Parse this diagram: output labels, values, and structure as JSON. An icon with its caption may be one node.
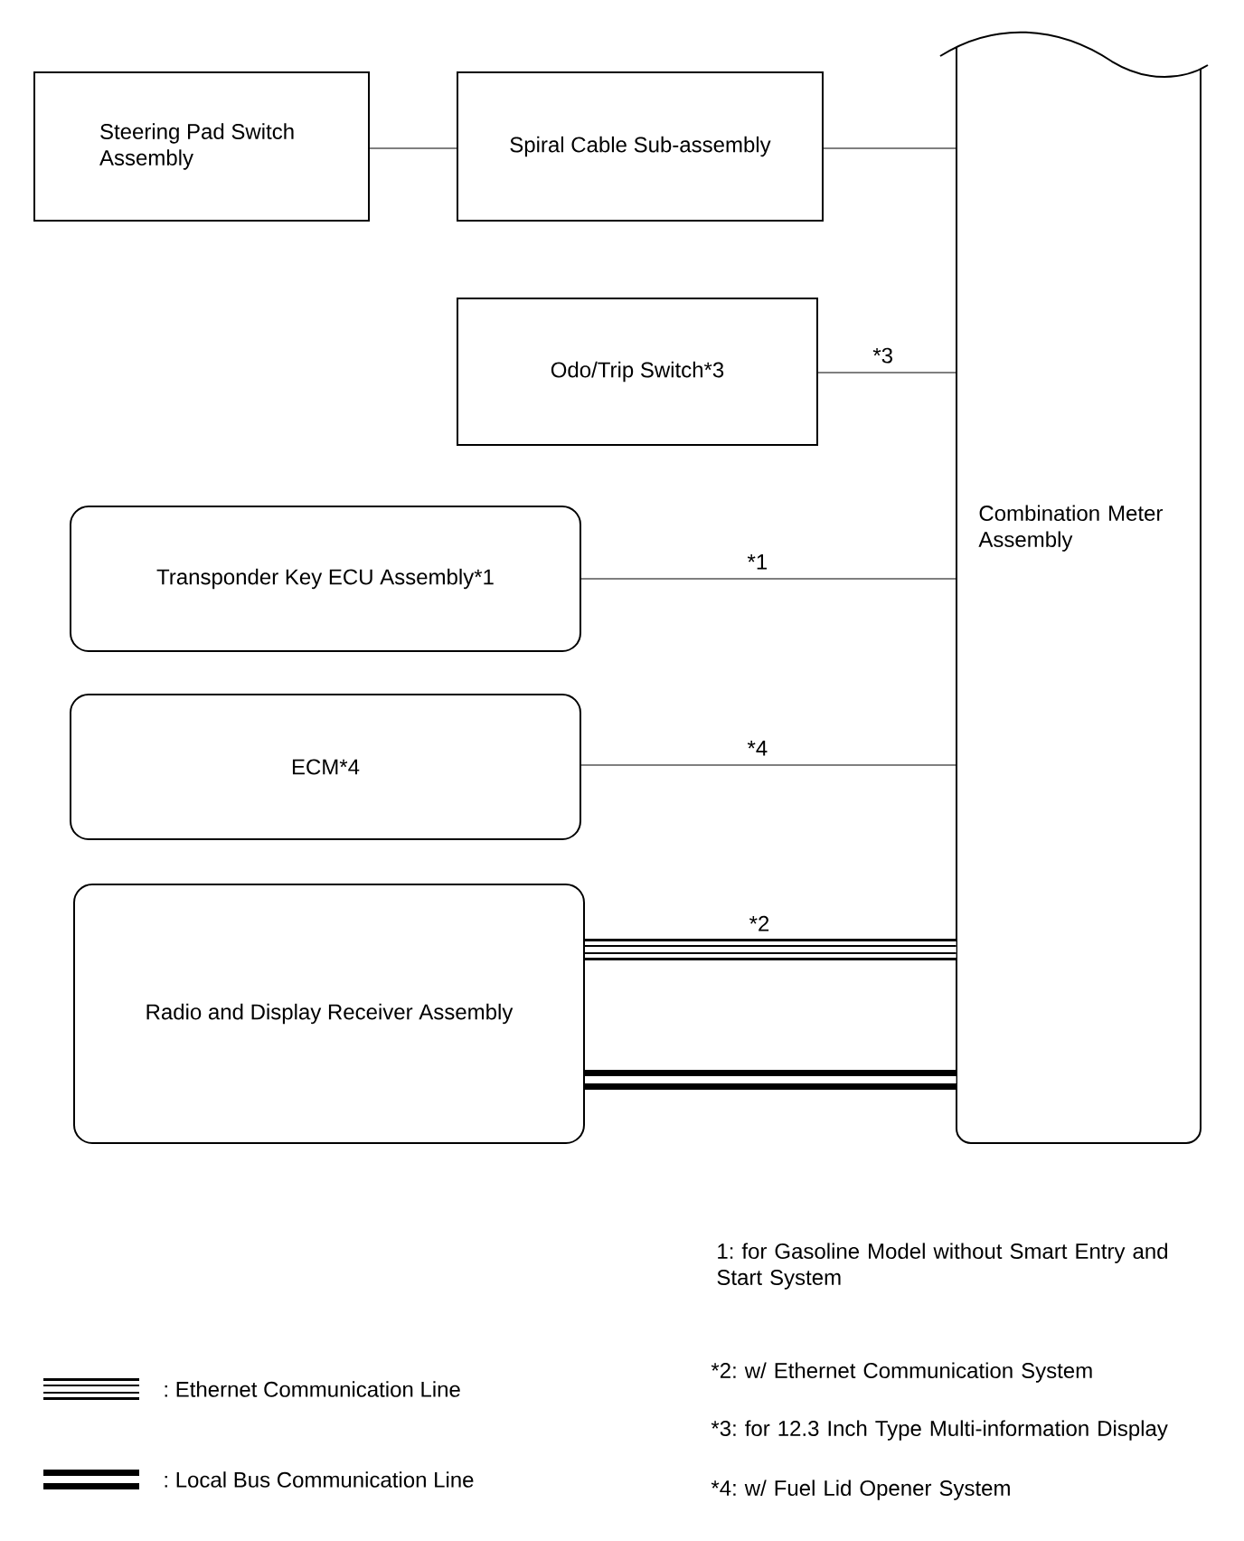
{
  "diagram": {
    "nodes": [
      {
        "text": [
          "Steering Pad Switch Assembly"
        ]
      },
      {
        "text": [
          "Spiral Cable Sub-assembly"
        ]
      },
      {
        "text": [
          "Odo/Trip Switch*3"
        ]
      },
      {
        "text": [
          "Transponder Key ECU Assembly*1"
        ]
      },
      {
        "text": [
          "ECM*4"
        ]
      },
      {
        "text": [
          "Radio and Display Receiver Assembly"
        ]
      },
      {
        "text": [
          "Combination Meter Assembly"
        ]
      }
    ],
    "edges": [
      {
        "from": 0,
        "to": 1,
        "arrow": "none"
      },
      {
        "from": 1,
        "to": 6,
        "arrow": "none"
      },
      {
        "from": 2,
        "to": 6,
        "arrow": "none",
        "label": "*3"
      },
      {
        "from": 3,
        "to": 6,
        "arrow": "none",
        "label": "*1"
      },
      {
        "from": 4,
        "to": 6,
        "arrow": "none",
        "label": "*4"
      },
      {
        "from": 5,
        "to": 6,
        "arrow": "none",
        "label": "*2",
        "style": "thick"
      },
      {
        "from": 5,
        "to": 6,
        "arrow": "none",
        "style": "thick"
      }
    ],
    "labels": [
      "1: for Gasoline Model without Smart Entry and Start System",
      "*2: w/ Ethernet Communication System",
      "*3: for 12.3 Inch Type Multi-information Display",
      "*4: w/ Fuel Lid Opener System"
    ],
    "legend": [
      {
        "text": ": Ethernet Communication Line"
      },
      {
        "text": ": Local Bus Communication Line"
      }
    ]
  }
}
